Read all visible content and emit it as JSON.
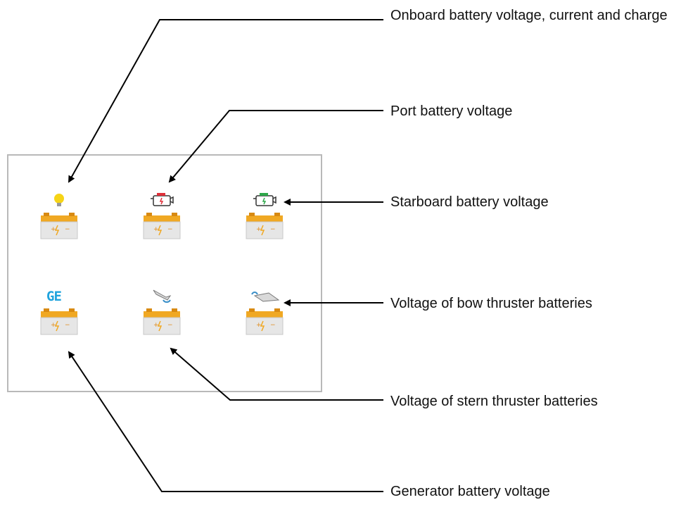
{
  "labels": {
    "onboard": "Onboard battery voltage, current and charge",
    "port": "Port battery voltage",
    "starboard": "Starboard battery voltage",
    "bow": "Voltage of bow thruster batteries",
    "stern": "Voltage of stern thruster batteries",
    "generator": "Generator battery voltage"
  },
  "tiles": {
    "generator_icon_text": "GE"
  },
  "icons": {
    "onboard": "light-bulb-icon",
    "port": "engine-port-icon",
    "starboard": "engine-starboard-icon",
    "generator": "generator-icon",
    "stern": "stern-thruster-icon",
    "bow": "bow-thruster-icon"
  },
  "colors": {
    "battery_top": "#f0a823",
    "battery_body": "#e6e6e6",
    "port_accent": "#e0303a",
    "starboard_accent": "#2ea84a",
    "generator_text": "#1fa3dd",
    "thruster_accent": "#3a8fc8"
  }
}
